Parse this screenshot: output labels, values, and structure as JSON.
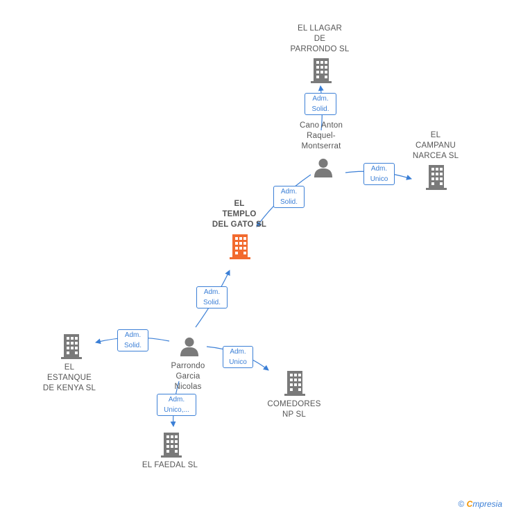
{
  "nodes": {
    "llagar": {
      "label": [
        "EL LLAGAR",
        "DE",
        "PARRONDO  SL"
      ]
    },
    "cano": {
      "label": [
        "Cano Anton",
        "Raquel-",
        "Montserrat"
      ]
    },
    "campanu": {
      "label": [
        "EL",
        "CAMPANU",
        "NARCEA  SL"
      ]
    },
    "templo": {
      "label": [
        "EL",
        "TEMPLO",
        "DEL GATO  SL"
      ]
    },
    "parrondo": {
      "label": [
        "Parrondo",
        "Garcia",
        "Nicolas"
      ]
    },
    "estanque": {
      "label": [
        "EL",
        "ESTANQUE",
        "DE KENYA SL"
      ]
    },
    "comedores": {
      "label": [
        "COMEDORES",
        "NP SL"
      ]
    },
    "faedal": {
      "label": [
        "EL FAEDAL SL"
      ]
    }
  },
  "badges": {
    "cano_llagar": [
      "Adm.",
      "Solid."
    ],
    "cano_campanu": [
      "Adm.",
      "Unico"
    ],
    "cano_templo": [
      "Adm.",
      "Solid."
    ],
    "parrondo_templo": [
      "Adm.",
      "Solid."
    ],
    "parrondo_estanque": [
      "Adm.",
      "Solid."
    ],
    "parrondo_comedores": [
      "Adm.",
      "Unico"
    ],
    "parrondo_faedal": [
      "Adm.",
      "Unico,..."
    ]
  },
  "footer": {
    "copyright": "©",
    "brand_first": "C",
    "brand_rest": "mpresia"
  },
  "colors": {
    "edge": "#3b7fd6",
    "building": "#7a7a7a",
    "focus_building": "#f26a2e",
    "person": "#7a7a7a"
  }
}
